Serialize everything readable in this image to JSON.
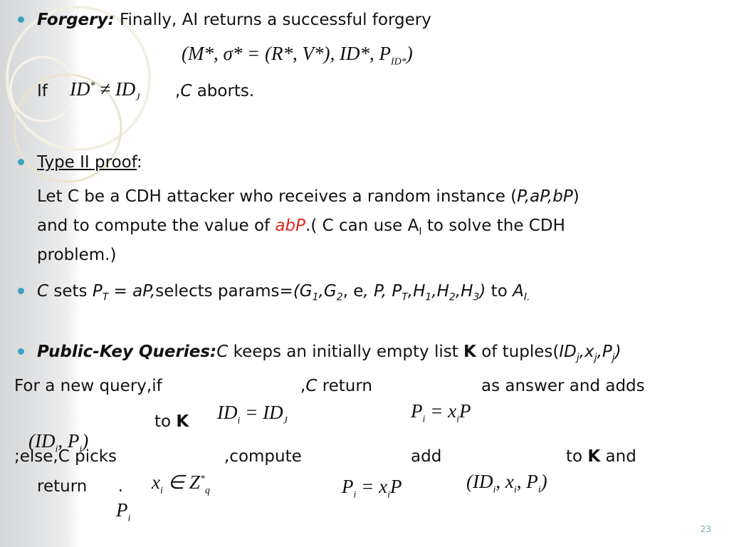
{
  "slide": {
    "page_number": "23",
    "forgery": {
      "label": "Forgery:",
      "text": "Finally, AI returns a successful forgery"
    },
    "if_line": {
      "if": "If",
      "actor": "C",
      "aborts": "aborts."
    },
    "type2": {
      "title": "Type II proof",
      "colon": ":"
    },
    "cdh": {
      "line1_a": "Let C be a CDH attacker who receives a random instance (",
      "line1_instance": "P,aP,bP",
      "line1_b": ")",
      "line2_a": "and to compute the value of",
      "line2_abp": "abP",
      "line2_b": ".( C can use A",
      "line2_sub": "I",
      "line2_c": "to solve the CDH",
      "line3": "problem.)"
    },
    "sets": {
      "actor": "C",
      "sets": "sets",
      "p": "P",
      "p_sub": "T",
      "eq": "=",
      "ap": "aP,",
      "selects": "selects params=",
      "params": "(G",
      "g1_sub": "1",
      "comma_g2": ",G",
      "g2_sub": "2",
      "e": ", e",
      "rest": ", P, P",
      "pt_sub": "T",
      "h1": ",H",
      "h1_sub": "1",
      "h2": ",H",
      "h2_sub": "2",
      "h3": ",H",
      "h3_sub": "3",
      "close": ")",
      "to": "to",
      "a": "A",
      "a_sub": "I."
    },
    "pubkey": {
      "label": "Public-Key Queries:",
      "actor": "C",
      "text": "keeps an initially empty list",
      "k": "K",
      "of_tuples": "of tuples(",
      "tuple": "ID",
      "tuple_sub": "j",
      "x": ",x",
      "x_sub": "j",
      "p": ",P",
      "p_sub": "j",
      "close": ")"
    },
    "query": {
      "for_new": "For a new query,if",
      "comma": ",",
      "actor": "C",
      "return": "return",
      "as_answer": "as answer and adds",
      "to": "to",
      "k": "K"
    },
    "else": {
      "else_c_picks": ";else,C picks",
      "compute": ",compute",
      "add": "add",
      "to": "to",
      "k": "K",
      "and": "and",
      "return": "return",
      "dot": "."
    },
    "math": {
      "forgery_tuple": "(M*, σ* = (R*, V*), ID*, P",
      "forgery_sub": "ID*",
      "forgery_close": ")",
      "if_cond_a": "ID",
      "if_cond_star": "*",
      "if_cond_b": "≠ ID",
      "if_cond_sub": "J",
      "eq1_a": "ID",
      "eq1_sub1": "i",
      "eq1_b": "= ID",
      "eq1_sub2": "J",
      "eq2_a": "P",
      "eq2_sub1": "i",
      "eq2_b": "= x",
      "eq2_sub2": "i",
      "eq2_c": "P",
      "tuple_small": "(ID",
      "tuple_small_sub": "i",
      "tuple_small_b": ", P",
      "tuple_small_sub2": "i",
      "tuple_small_c": ")",
      "xi_a": "x",
      "xi_sub": "i",
      "xi_b": "∈ Z",
      "xi_sup": "*",
      "xi_sub2": "q",
      "eq3_a": "P",
      "eq3_sub1": "i",
      "eq3_b": "= x",
      "eq3_sub2": "i",
      "eq3_c": "P",
      "tuple3_a": "(ID",
      "tuple3_sub1": "i",
      "tuple3_b": ", x",
      "tuple3_sub2": "i",
      "tuple3_c": ", P",
      "tuple3_sub3": "i",
      "tuple3_d": ")",
      "pi_a": "P",
      "pi_sub": "i"
    }
  },
  "colors": {
    "accent": "#e0271f",
    "bullet": "#3aa3c0",
    "sidebar": "#d4d6d8"
  }
}
